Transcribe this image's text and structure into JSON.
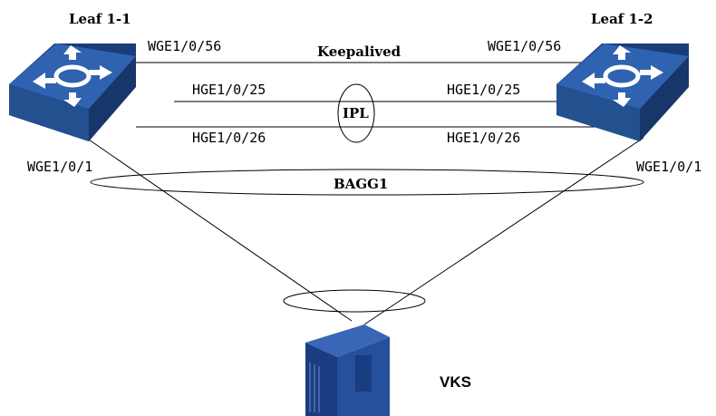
{
  "devices": {
    "leaf1": {
      "name": "Leaf 1-1"
    },
    "leaf2": {
      "name": "Leaf 1-2"
    },
    "server": {
      "name": "VKS"
    }
  },
  "links": {
    "keepalived": {
      "label": "Keepalived",
      "left_port": "WGE1/0/56",
      "right_port": "WGE1/0/56"
    },
    "ipl": {
      "label": "IPL",
      "top_left_port": "HGE1/0/25",
      "top_right_port": "HGE1/0/25",
      "bottom_left_port": "HGE1/0/26",
      "bottom_right_port": "HGE1/0/26"
    },
    "bagg": {
      "label": "BAGG1",
      "left_port": "WGE1/0/1",
      "right_port": "WGE1/0/1"
    }
  },
  "colors": {
    "switch_top": "#2b5da8",
    "switch_side": "#1c3f78",
    "server": "#1a3c80",
    "line": "#000000"
  },
  "icons": {
    "switch": "switch-icon",
    "server": "server-icon"
  }
}
